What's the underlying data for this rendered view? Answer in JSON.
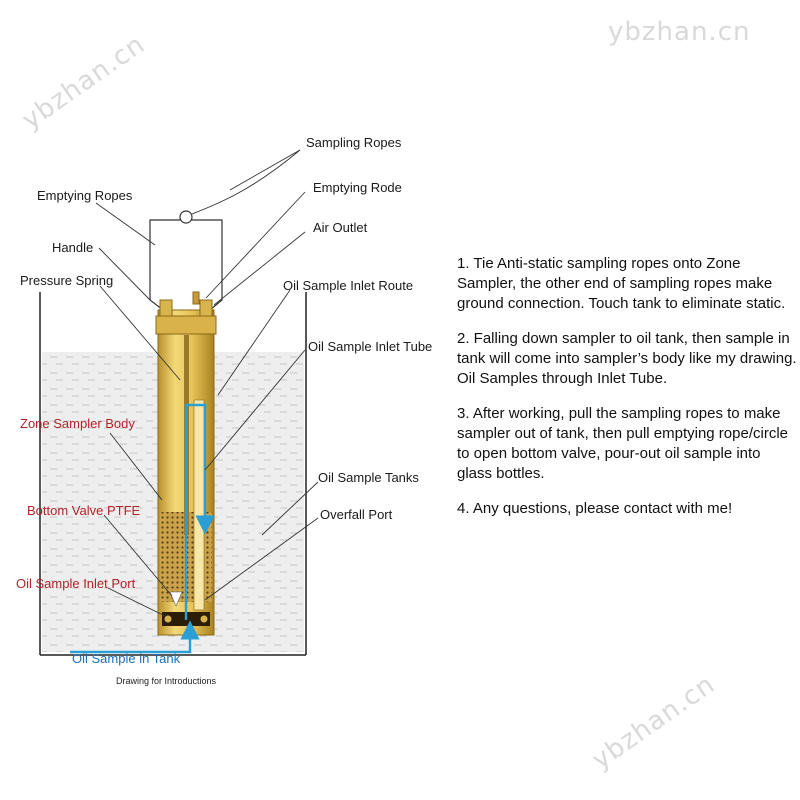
{
  "watermark": "ybzhan.cn",
  "labels": {
    "sampling_ropes": "Sampling Ropes",
    "emptying_rode": "Emptying Rode",
    "emptying_ropes": "Emptying Ropes",
    "handle": "Handle",
    "air_outlet": "Air Outlet",
    "pressure_spring": "Pressure Spring",
    "oil_sample_inlet_route": "Oil Sample Inlet Route",
    "oil_sample_inlet_tube": "Oil Sample Inlet Tube",
    "zone_sampler_body": "Zone Sampler Body",
    "oil_sample_tanks": "Oil Sample Tanks",
    "bottom_valve_ptfe": "Bottom Valve PTFE",
    "overfall_port": "Overfall Port",
    "oil_sample_inlet_port": "Oil Sample Inlet Port",
    "oil_sample_in_tank": "Oil Sample in Tank"
  },
  "caption": "Drawing for Introductions",
  "instructions": [
    "1. Tie Anti-static sampling ropes onto Zone Sampler,  the other end of sampling ropes make ground connection. Touch tank to eliminate static.",
    "2. Falling down sampler to oil tank, then sample in tank will come into sampler’s body like my drawing. Oil Samples through Inlet Tube.",
    "3. After working, pull the sampling ropes to make sampler out of tank, then pull emptying rope/circle to open bottom valve, pour-out oil sample into glass bottles.",
    "4. Any questions, please contact with me!"
  ],
  "colors": {
    "sampler_gold": "#e8c55a",
    "oil_fill": "#ececec",
    "flow_arrow": "#2a9fd6",
    "label_red": "#b0242a",
    "label_blue": "#1e6fb8"
  }
}
